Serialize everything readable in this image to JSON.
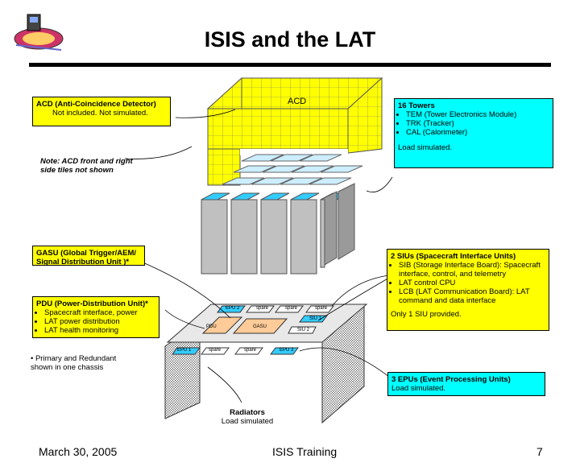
{
  "title": "ISIS and the LAT",
  "acd_label": "ACD",
  "acd_box": {
    "heading": "ACD (Anti-Coincidence Detector)",
    "text": "Not included. Not simulated."
  },
  "acd_note": "Note: ACD front and right side tiles not shown",
  "towers_box": {
    "heading": "16 Towers",
    "items": [
      "TEM (Tower Electronics Module)",
      "TRK (Tracker)",
      "CAL (Calorimeter)"
    ],
    "text": "Load simulated."
  },
  "gasu_box": {
    "heading": "GASU (Global Trigger/AEM/ Signal Distribution Unit )*"
  },
  "pdu_box": {
    "heading": "PDU (Power-Distribution Unit)*",
    "items": [
      "Spacecraft interface, power",
      "LAT power distribution",
      "LAT health monitoring"
    ]
  },
  "chassis_note": "Primary and Redundant shown in one chassis",
  "siu_box": {
    "heading": "2 SIUs (Spacecraft Interface Units)",
    "items": [
      "SIB (Storage Interface Board): Spacecraft interface, control, and telemetry",
      "LAT control CPU",
      "LCB (LAT Communication Board): LAT command and data interface"
    ],
    "text": "Only 1 SIU provided."
  },
  "epu_box": {
    "heading": "3 EPUs (Event Processing Units)",
    "text": "Load simulated."
  },
  "radiators": {
    "heading": "Radiators",
    "text": "Load simulated"
  },
  "crate_labels": {
    "epu2": "EPU 2",
    "spare_top1": "spare",
    "spare_top2": "spare",
    "spare_top3": "spare",
    "pdu": "PDU",
    "gasu": "GASU",
    "siu1": "SIU 1",
    "siu2": "SIU 2",
    "epu1": "EPU 1",
    "spare_bot1": "spare",
    "spare_bot2": "spare",
    "epu3": "EPU 3"
  },
  "footer": {
    "date": "March 30, 2005",
    "center": "ISIS Training",
    "page": "7"
  },
  "colors": {
    "acd_yellow": "#ffff00",
    "callout_cyan": "#00ffff",
    "pdu_orange": "#ffcc99",
    "tower_gray": "#c0c0c0",
    "crate_blue": "#33ccff"
  }
}
